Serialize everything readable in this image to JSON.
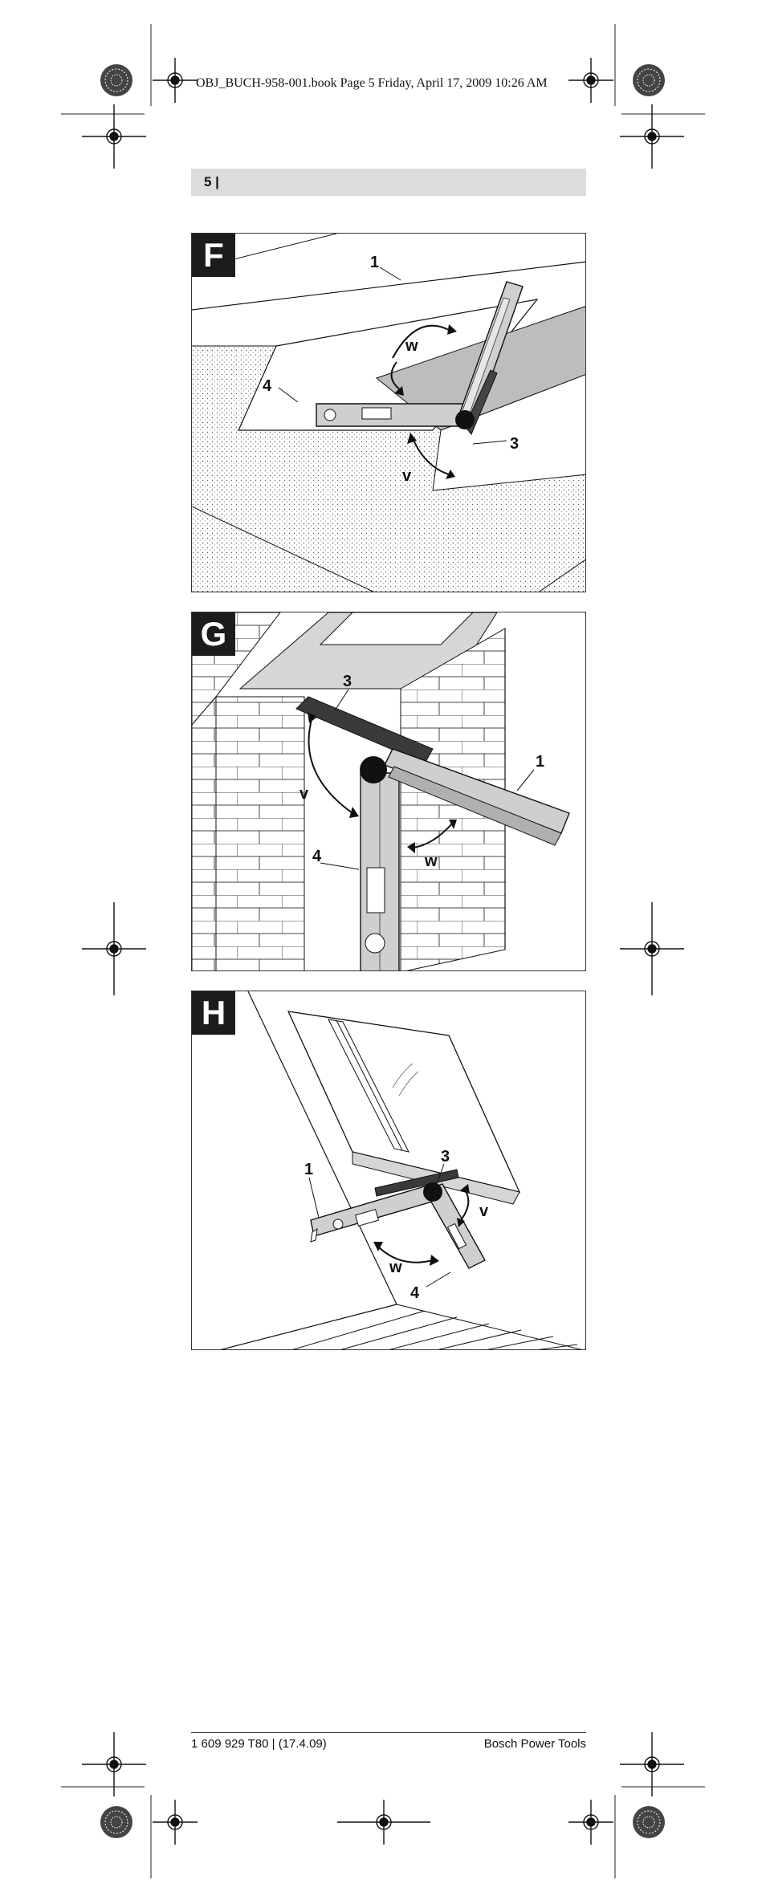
{
  "print_line": "OBJ_BUCH-958-001.book  Page 5  Friday, April 17, 2009  10:26 AM",
  "page_header": {
    "page_number": "5 |"
  },
  "figures": {
    "F": {
      "letter": "F",
      "callouts": {
        "c1": "1",
        "c4": "4",
        "c3": "3",
        "w": "w",
        "v": "v"
      }
    },
    "G": {
      "letter": "G",
      "callouts": {
        "c3": "3",
        "c1": "1",
        "c4": "4",
        "v": "v",
        "w": "w"
      }
    },
    "H": {
      "letter": "H",
      "callouts": {
        "c3": "3",
        "c1": "1",
        "v": "v",
        "w": "w",
        "c4": "4"
      }
    }
  },
  "footer": {
    "left": "1 609 929 T80 | (17.4.09)",
    "right": "Bosch Power Tools"
  }
}
